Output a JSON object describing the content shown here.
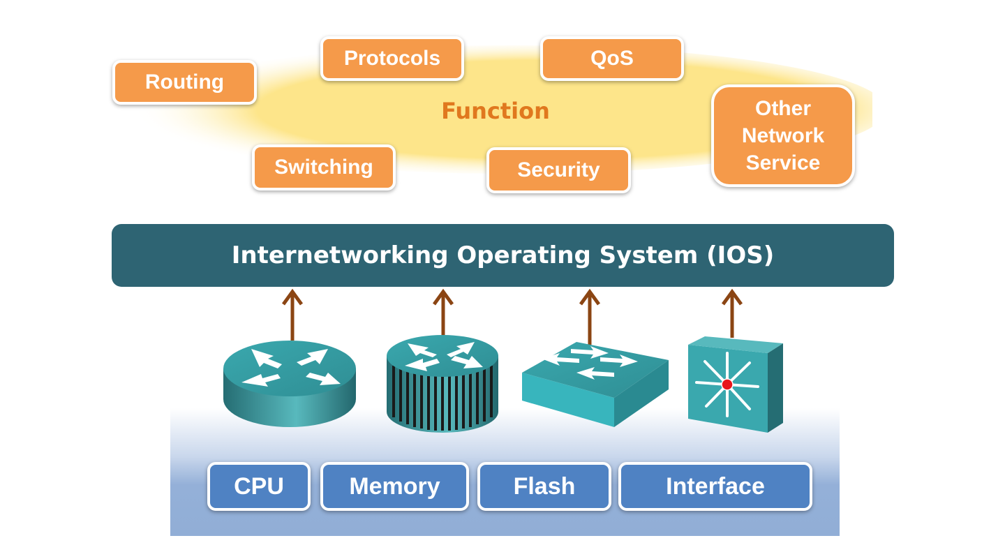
{
  "functions": {
    "title": "Function",
    "routing": "Routing",
    "protocols": "Protocols",
    "qos": "QoS",
    "switching": "Switching",
    "security": "Security",
    "other_lines": [
      "Other",
      "Network",
      "Service"
    ]
  },
  "ios": {
    "label": "Internetworking Operating System (IOS)"
  },
  "hardware": {
    "cpu": "CPU",
    "memory": "Memory",
    "flash": "Flash",
    "interface": "Interface"
  },
  "devices": [
    "router-icon",
    "router-with-silicon-switch-icon",
    "workgroup-switch-icon",
    "multilayer-switch-icon"
  ],
  "colors": {
    "function_box": "#f59a4a",
    "function_text": "#e0781e",
    "cloud": "#fde58a",
    "ios_bar": "#2e6473",
    "hardware_box": "#4f82c3",
    "hardware_panel": "#91aed6",
    "device_teal": "#3aa8ae",
    "arrow": "#8b4513"
  }
}
